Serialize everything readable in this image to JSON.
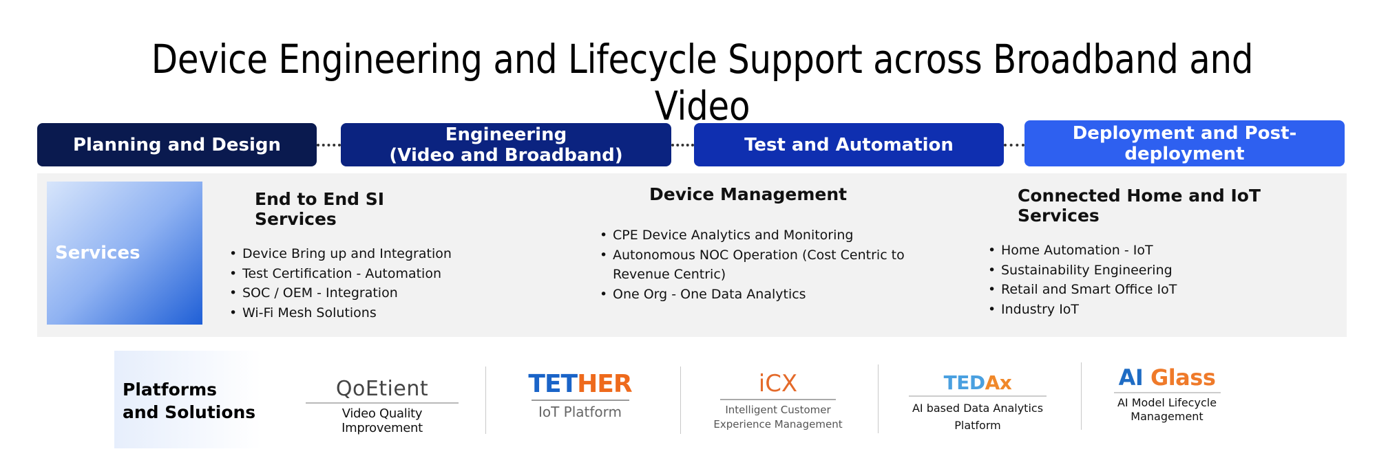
{
  "title": "Device Engineering and Lifecycle Support across Broadband and Video",
  "phases": [
    {
      "label": "Planning and Design",
      "color": "#0a1a4f"
    },
    {
      "label": "Engineering\n(Video and Broadband)",
      "color": "#0b2380"
    },
    {
      "label": "Test and Automation",
      "color": "#0f2fb0"
    },
    {
      "label": "Deployment and Post-\ndeployment",
      "color": "#2e60f0"
    }
  ],
  "services": {
    "label": "Services",
    "columns": [
      {
        "heading": "End to End SI Services",
        "items": [
          "Device Bring up and Integration",
          "Test Certification - Automation",
          "SOC / OEM - Integration",
          "Wi-Fi Mesh Solutions"
        ]
      },
      {
        "heading": "Device Management",
        "items": [
          "CPE Device Analytics and Monitoring",
          "Autonomous NOC Operation (Cost Centric to\nRevenue Centric)",
          "One Org - One Data Analytics"
        ]
      },
      {
        "heading": "Connected Home and IoT Services",
        "items": [
          "Home Automation - IoT",
          "Sustainability  Engineering",
          "Retail and Smart Office IoT",
          "Industry IoT"
        ]
      }
    ]
  },
  "platforms": {
    "label": "Platforms\nand Solutions",
    "logos": [
      {
        "name": "QoEtient",
        "caption": "Video Quality Improvement",
        "color": "#444444"
      },
      {
        "name_a": "TET",
        "name_b": "HER",
        "caption": "IoT Platform",
        "color_a": "#1a64c8",
        "color_b": "#ee6a1c"
      },
      {
        "name": "iCX",
        "caption": "Intelligent Customer\nExperience Management",
        "color": "#e46a2a"
      },
      {
        "name_a": "TED",
        "name_b": "Ax",
        "caption": "AI based Data Analytics\nPlatform",
        "color_a": "#4aa0e0",
        "color_b": "#f0882a"
      },
      {
        "name_a": "AI ",
        "name_b": "Glass",
        "caption": "AI Model Lifecycle\nManagement",
        "color_a": "#1f6cc4",
        "color_b": "#ef7a2a"
      }
    ]
  }
}
